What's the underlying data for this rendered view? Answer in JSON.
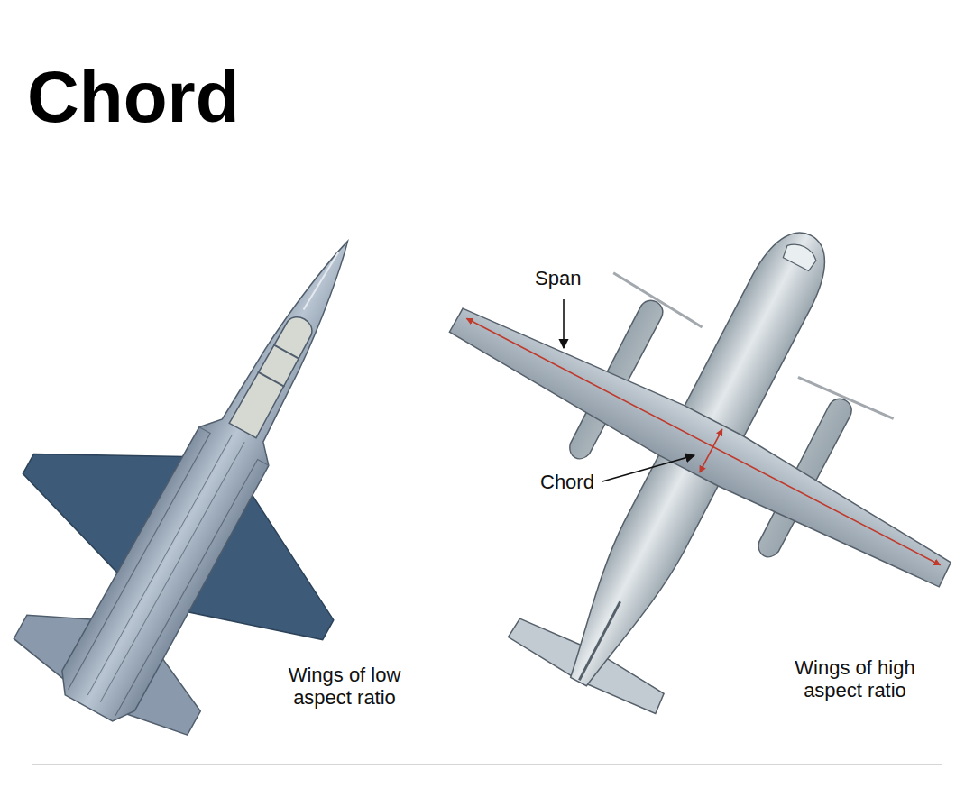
{
  "diagram": {
    "title": "Chord",
    "labels": [
      "Span",
      "Chord",
      "Wings of low aspect ratio",
      "Wings of high aspect ratio"
    ]
  }
}
